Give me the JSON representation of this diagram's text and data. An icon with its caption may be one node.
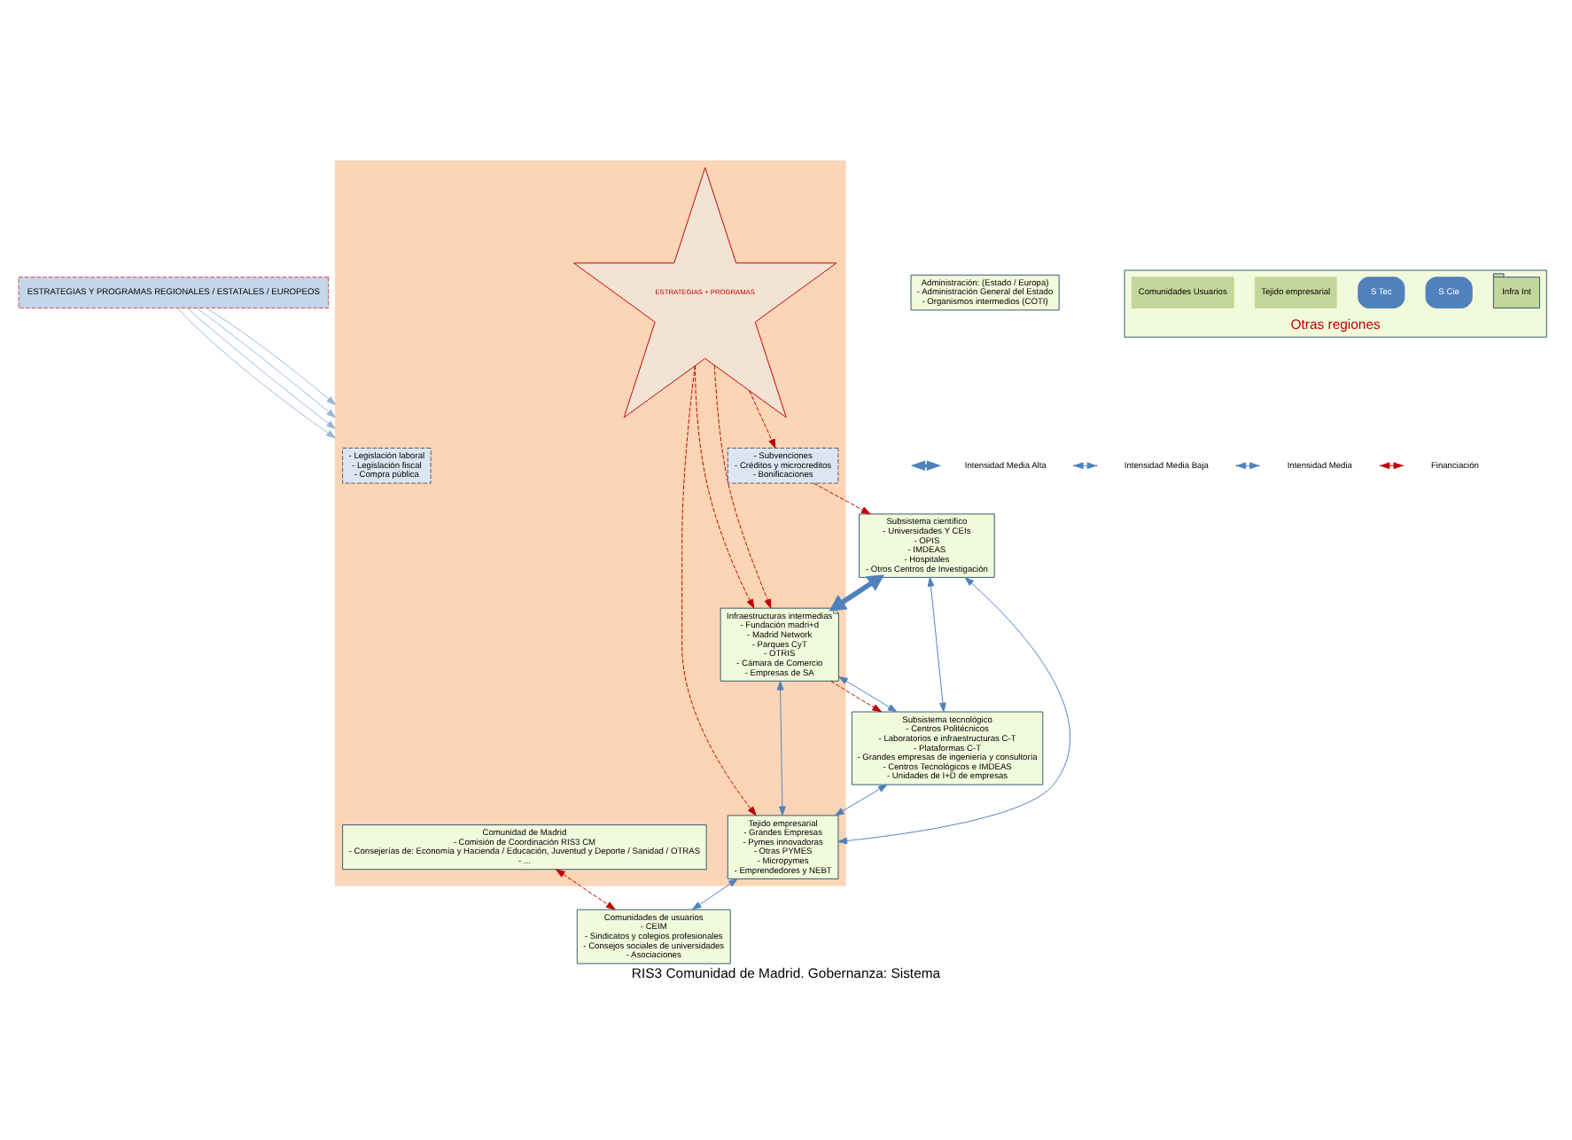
{
  "diagram": {
    "caption": "RIS3 Comunidad de Madrid. Gobernanza: Sistema",
    "nodes": [
      {
        "text": [
          "ESTRATEGIAS Y PROGRAMAS REGIONALES / ESTATALES / EUROPEOS"
        ]
      },
      {
        "text": [],
        "shape": "box"
      },
      {
        "text": [
          "- Legislación laboral",
          "- Legislación fiscal",
          "- Compra pública"
        ],
        "in": 1
      },
      {
        "text": [
          "- Subvenciones",
          "- Créditos y microcreditos",
          "- Bonificaciones"
        ],
        "in": 1
      },
      {
        "text": [
          "Subsistema científico",
          "- Universidades Y CEIs",
          "- OPIS",
          "- IMDEAS",
          "- Hospitales",
          "- Otros Centros de Investigación"
        ]
      },
      {
        "text": [
          "ESTRATEGIAS + PROGRAMAS"
        ],
        "in": 1
      },
      {
        "text": [
          "Comunidad de Madrid",
          "- Comisión de Coordinación RIS3 CM",
          "- Consejerías de: Economía y Hacienda / Educación, Juventud y Deporte / Sanidad / OTRAS",
          "- ..."
        ],
        "in": 1
      },
      {
        "text": [
          "Administración: (Estado / Europa)",
          "- Administración General del Estado",
          "- Organismos intermedios (COTI)"
        ]
      },
      {
        "text": [
          "Infraestructuras intermedias",
          "- Fundación madri+d",
          "- Madrid Network",
          "- Parques CyT",
          "- OTRIS",
          "- Cámara de Comercio",
          "- Empresas de SA"
        ],
        "in": 1
      },
      {
        "text": [
          "Tejido empresarial",
          "- Grandes Empresas",
          "- Pymes innovadoras",
          "- Otras PYMES",
          "- Micropymes",
          "- Emprendedores y NEBT"
        ],
        "in": 1
      },
      {
        "text": [
          "Comunidades de usuarios",
          "- CEIM",
          "- Sindicatos y colegios profesionales",
          "- Consejos sociales de universidades",
          "- Asociaciones"
        ]
      },
      {
        "text": [
          "Subsistema tecnológico",
          "- Centros Politécnicos",
          "- Laboratorios e infraestructuras C-T",
          "- Plataformas C-T",
          "- Grandes empresas de ingeniería y consultoría",
          "- Centros Tecnológicos e IMDEAS",
          "- Unidades de I+D de empresas"
        ]
      },
      {
        "text": [
          "Otras regiones"
        ]
      },
      {
        "text": [
          "Infra Int"
        ],
        "in": 12
      },
      {
        "text": [
          "S Cie"
        ],
        "in": 12
      },
      {
        "text": [
          "S Tec"
        ],
        "in": 12
      },
      {
        "text": [
          "Tejido empresarial"
        ],
        "in": 12
      },
      {
        "text": [
          "Comunidades Usuarios"
        ],
        "in": 12
      }
    ],
    "edges": [
      {
        "from": 0,
        "to": 1,
        "arrow": "to",
        "color": "#9db7d9"
      },
      {
        "from": 0,
        "to": 1,
        "arrow": "to",
        "color": "#9db7d9"
      },
      {
        "from": 0,
        "to": 1,
        "arrow": "to",
        "color": "#9db7d9"
      },
      {
        "from": 0,
        "to": 1,
        "arrow": "to",
        "color": "#9db7d9"
      },
      {
        "from": 5,
        "to": 3,
        "arrow": "to",
        "style": "dashed",
        "color": "#c00000"
      },
      {
        "from": 3,
        "to": 4,
        "arrow": "to",
        "style": "dashed",
        "color": "#c00000"
      },
      {
        "from": 5,
        "to": 8,
        "arrow": "to",
        "style": "dashed",
        "color": "#c00000"
      },
      {
        "from": 5,
        "to": 8,
        "arrow": "to",
        "style": "dashed",
        "color": "#c00000"
      },
      {
        "from": 5,
        "to": 9,
        "arrow": "to",
        "style": "dashed",
        "color": "#c00000"
      },
      {
        "from": 8,
        "to": 11,
        "arrow": "to",
        "style": "dashed",
        "color": "#c00000"
      },
      {
        "from": 6,
        "to": 10,
        "arrow": "both",
        "style": "dashed",
        "color": "#c00000"
      },
      {
        "from": 4,
        "to": 9,
        "arrow": "both",
        "color": "#4f81bd"
      },
      {
        "from": 4,
        "to": 8,
        "arrow": "both",
        "style": "thick",
        "color": "#4f81bd"
      },
      {
        "from": 8,
        "to": 11,
        "arrow": "both",
        "color": "#4f81bd"
      },
      {
        "from": 4,
        "to": 11,
        "arrow": "both",
        "color": "#4f81bd"
      },
      {
        "from": 8,
        "to": 9,
        "arrow": "both",
        "color": "#4f81bd"
      },
      {
        "from": 9,
        "to": 10,
        "arrow": "both",
        "color": "#4f81bd"
      },
      {
        "from": 11,
        "to": 9,
        "arrow": "both",
        "color": "#4f81bd"
      }
    ],
    "legend": [
      {
        "text": "Intensidad Media Alta"
      },
      {
        "text": "Intensidad Media Baja"
      },
      {
        "text": "Intensidad Media"
      },
      {
        "text": "Financiación"
      }
    ]
  }
}
